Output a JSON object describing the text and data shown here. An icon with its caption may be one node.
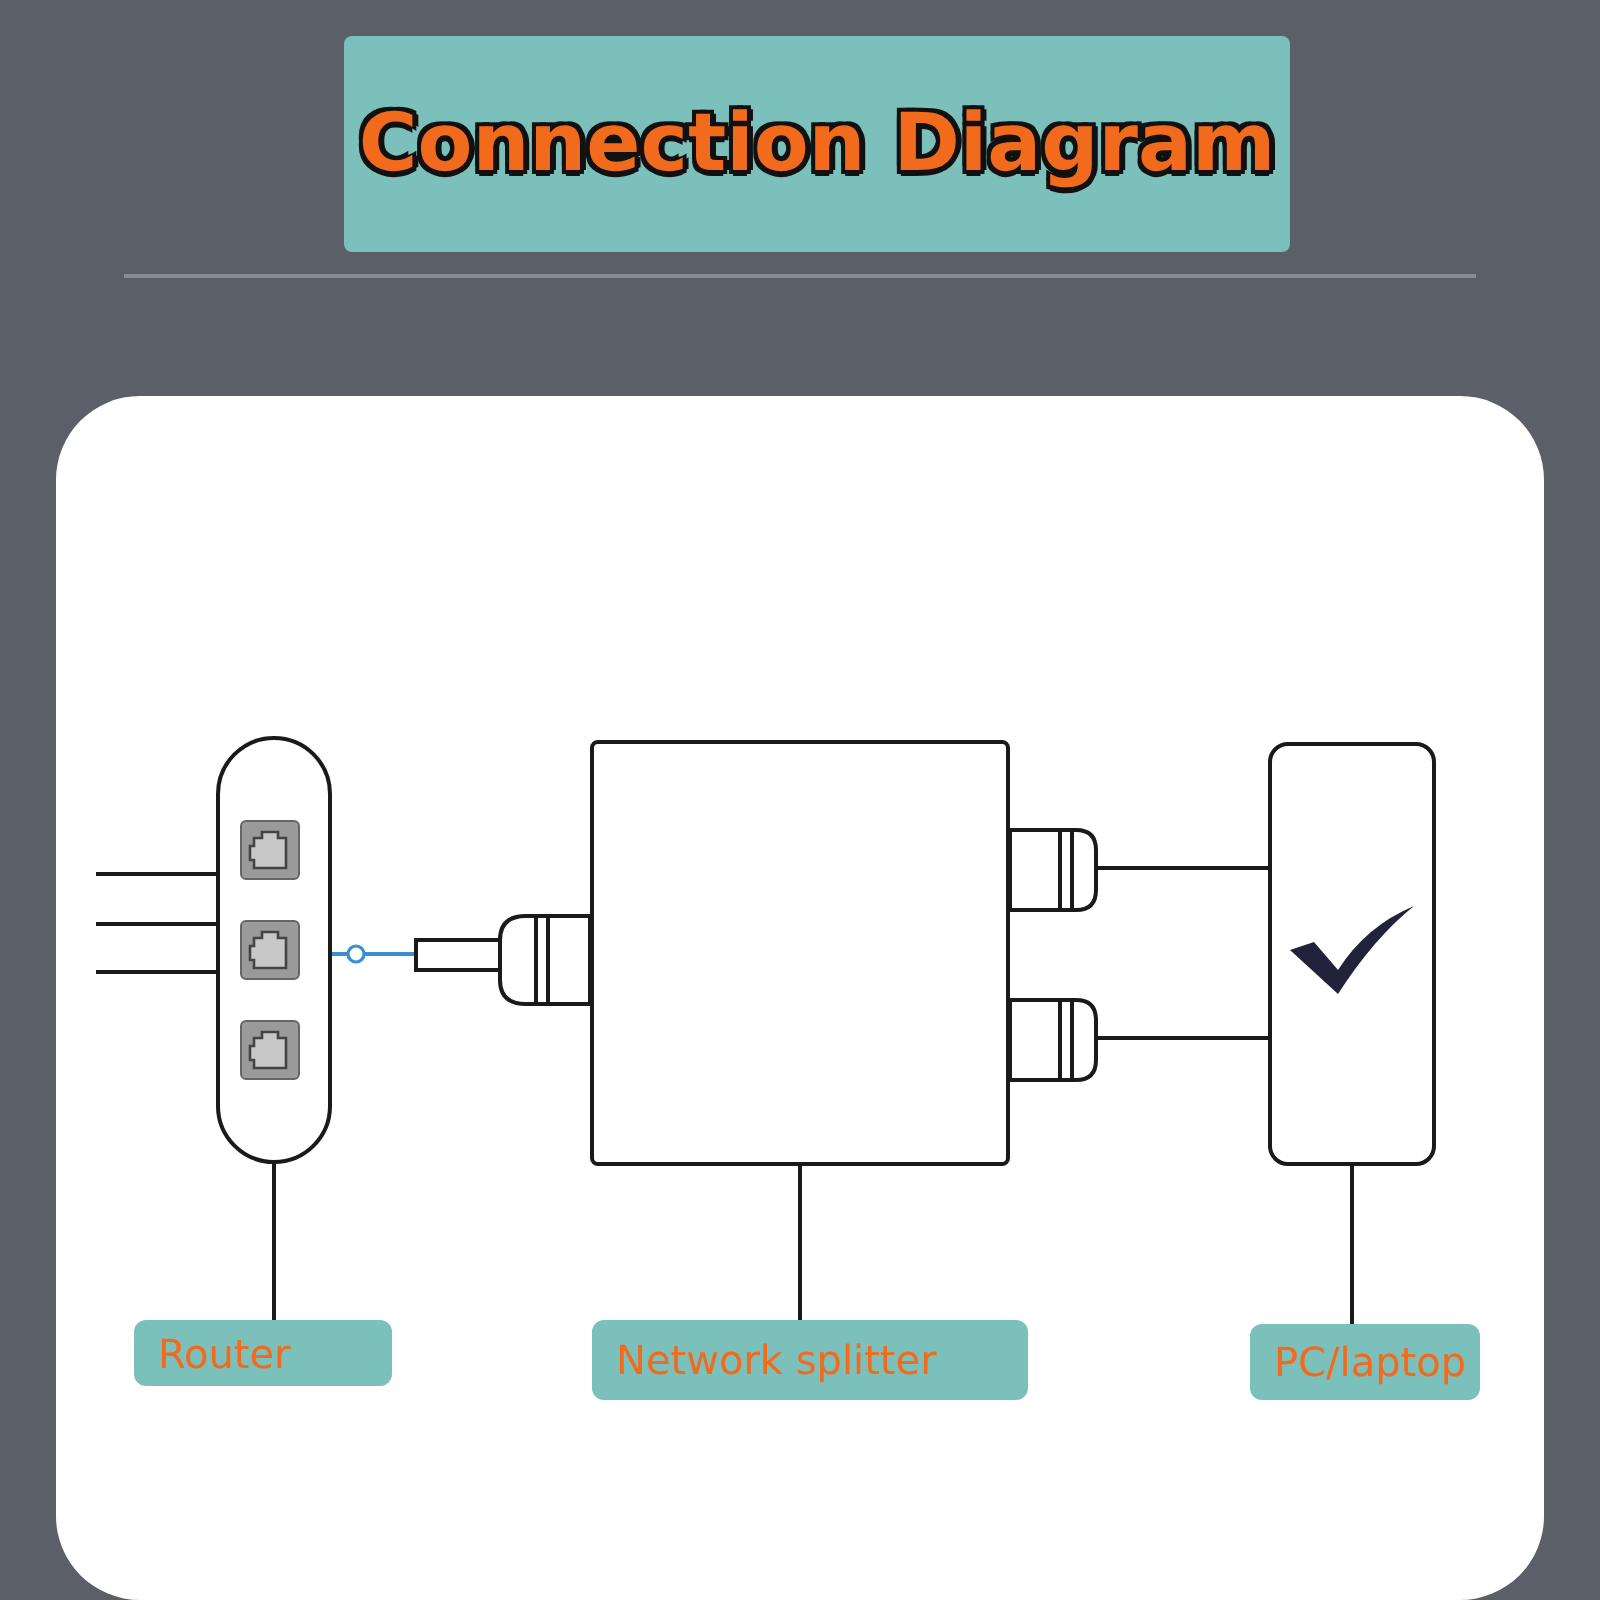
{
  "diagram": {
    "title": "Connection Diagram",
    "nodes": [
      {
        "text": [],
        "shape": "box"
      },
      {
        "text": [],
        "shape": "box"
      },
      {
        "text": [],
        "shape": "box"
      },
      {
        "text": [
          "Router"
        ]
      },
      {
        "text": [
          "Network splitter"
        ]
      },
      {
        "text": [
          "PC/laptop"
        ]
      }
    ],
    "edges": [
      {
        "from": 3,
        "to": 0,
        "arrow": "none"
      },
      {
        "from": 4,
        "to": 1,
        "arrow": "none"
      },
      {
        "from": 5,
        "to": 2,
        "arrow": "none"
      },
      {
        "from": null,
        "to": 0,
        "arrow": "none"
      },
      {
        "from": null,
        "to": 0,
        "arrow": "none"
      },
      {
        "from": null,
        "to": 0,
        "arrow": "none"
      },
      {
        "from": 1,
        "to": 0,
        "arrow": "other",
        "color": "#3a8fd0"
      },
      {
        "from": 1,
        "to": 2,
        "arrow": "none"
      },
      {
        "from": 1,
        "to": 2,
        "arrow": "none"
      }
    ]
  }
}
